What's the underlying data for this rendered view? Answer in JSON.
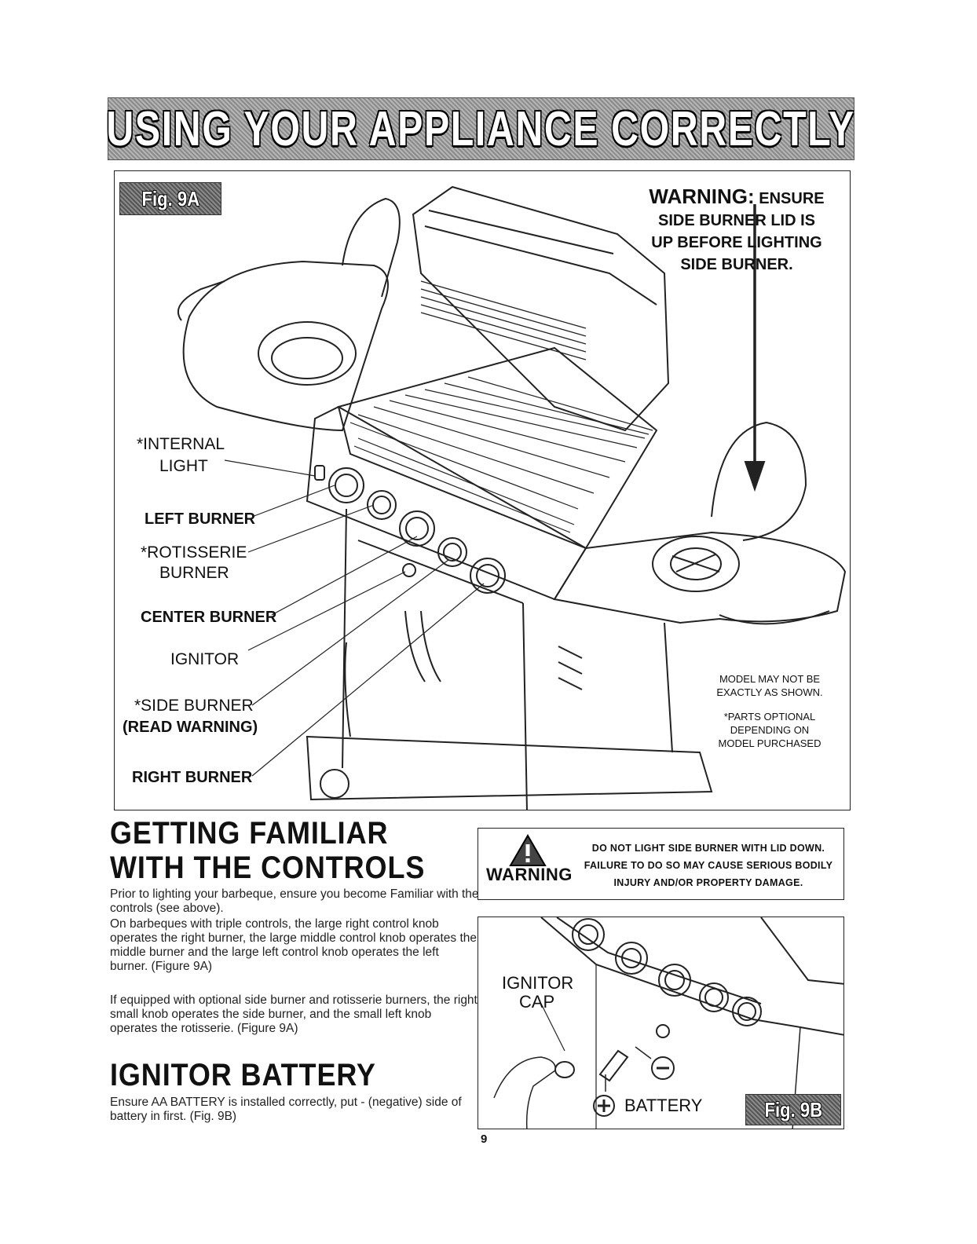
{
  "banner": {
    "title": "USING YOUR APPLIANCE CORRECTLY"
  },
  "figure_9a": {
    "tag": "Fig. 9A",
    "warning_lead": "WARNING:",
    "warning_lines": [
      "ENSURE",
      "SIDE BURNER LID IS",
      "UP BEFORE LIGHTING",
      "SIDE BURNER."
    ],
    "labels": {
      "internal_light_1": "*INTERNAL",
      "internal_light_2": "LIGHT",
      "left_burner": "LEFT BURNER",
      "rotisserie_1": "*ROTISSERIE",
      "rotisserie_2": "BURNER",
      "center_burner": "CENTER BURNER",
      "ignitor": "IGNITOR",
      "side_burner": "*SIDE BURNER",
      "read_warning": "(READ WARNING)",
      "right_burner": "RIGHT BURNER"
    },
    "notes": {
      "model_1": "MODEL MAY NOT BE",
      "model_2": "EXACTLY AS SHOWN.",
      "parts_1": "*PARTS OPTIONAL",
      "parts_2": "DEPENDING ON",
      "parts_3": "MODEL PURCHASED"
    }
  },
  "controls_section": {
    "heading_1": "GETTING FAMILIAR",
    "heading_2": "WITH THE CONTROLS",
    "para_1": "Prior to lighting your barbeque, ensure you become Familiar with the controls (see above).",
    "para_2": "On barbeques with triple controls, the large right control knob operates the right burner, the large middle control knob operates the middle burner and the large left control knob operates the left burner. (Figure 9A)",
    "para_3": "If equipped with optional side burner and rotisserie burners, the right small knob operates the side burner, and the small left knob operates the rotisserie. (Figure 9A)"
  },
  "battery_section": {
    "heading": "IGNITOR BATTERY",
    "para": "Ensure AA BATTERY is installed correctly, put - (negative) side of battery in first. (Fig. 9B)"
  },
  "warning_box": {
    "label": "WARNING",
    "line_1": "DO NOT LIGHT SIDE BURNER WITH LID DOWN.",
    "line_2": "FAILURE TO DO SO MAY CAUSE SERIOUS BODILY",
    "line_3": "INJURY AND/OR PROPERTY DAMAGE."
  },
  "figure_9b": {
    "tag": "Fig. 9B",
    "ignitor_1": "IGNITOR",
    "ignitor_2": "CAP",
    "battery": "BATTERY"
  },
  "page_number": "9"
}
